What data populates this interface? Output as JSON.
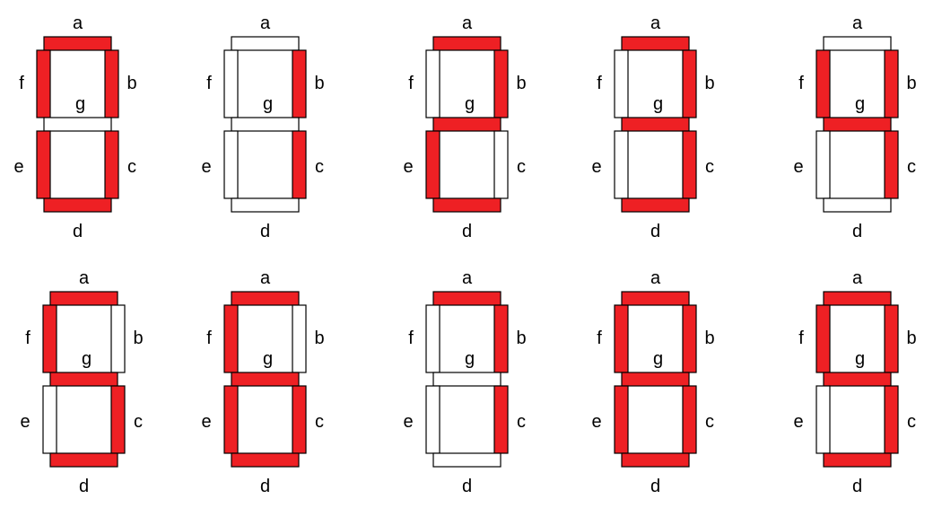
{
  "segment_labels": {
    "a": "a",
    "b": "b",
    "c": "c",
    "d": "d",
    "e": "e",
    "f": "f",
    "g": "g"
  },
  "colors": {
    "on": "#ee2024",
    "off": "#ffffff",
    "outline": "#000000"
  },
  "digits": [
    {
      "value": 0,
      "on": [
        "a",
        "b",
        "c",
        "d",
        "e",
        "f"
      ]
    },
    {
      "value": 1,
      "on": [
        "b",
        "c"
      ]
    },
    {
      "value": 2,
      "on": [
        "a",
        "b",
        "d",
        "e",
        "g"
      ]
    },
    {
      "value": 3,
      "on": [
        "a",
        "b",
        "c",
        "d",
        "g"
      ]
    },
    {
      "value": 4,
      "on": [
        "b",
        "c",
        "f",
        "g"
      ]
    },
    {
      "value": 5,
      "on": [
        "a",
        "c",
        "d",
        "f",
        "g"
      ]
    },
    {
      "value": 6,
      "on": [
        "a",
        "c",
        "d",
        "e",
        "f",
        "g"
      ]
    },
    {
      "value": 7,
      "on": [
        "a",
        "b",
        "c"
      ]
    },
    {
      "value": 8,
      "on": [
        "a",
        "b",
        "c",
        "d",
        "e",
        "f",
        "g"
      ]
    },
    {
      "value": 9,
      "on": [
        "a",
        "b",
        "c",
        "d",
        "f",
        "g"
      ]
    }
  ]
}
